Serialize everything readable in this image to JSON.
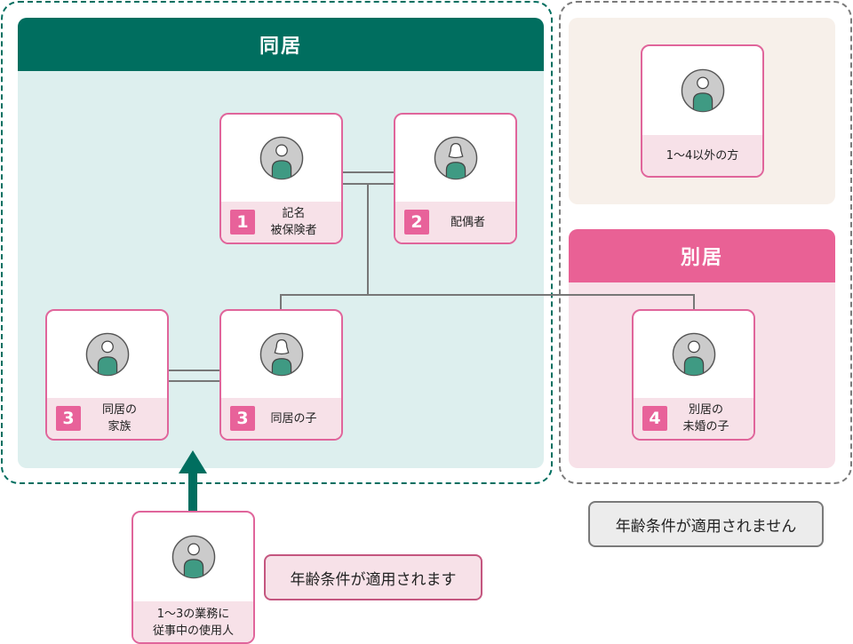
{
  "groups": {
    "dokyo": {
      "title": "同居",
      "color": "#006e5f"
    },
    "bekkyo": {
      "title": "別居",
      "color": "#e96195"
    }
  },
  "persons": {
    "insured": {
      "number": "1",
      "label": "記名\n被保険者",
      "gender": "male"
    },
    "spouse": {
      "number": "2",
      "label": "配偶者",
      "gender": "female"
    },
    "family": {
      "number": "3",
      "label": "同居の\n家族",
      "gender": "male"
    },
    "child": {
      "number": "3",
      "label": "同居の子",
      "gender": "female"
    },
    "separate_child": {
      "number": "4",
      "label": "別居の\n未婚の子",
      "gender": "male"
    },
    "others": {
      "label": "1～4以外の方",
      "gender": "male"
    },
    "employee": {
      "label": "1～3の業務に\n従事中の使用人",
      "gender": "male"
    }
  },
  "notes": {
    "applies": "年齢条件が適用されます",
    "not_applies": "年齢条件が適用されません"
  },
  "colors": {
    "accent_pink": "#e8629a",
    "card_border": "#e0659b",
    "avatar_body": "#3f9a83",
    "arrow": "#006e5f"
  }
}
